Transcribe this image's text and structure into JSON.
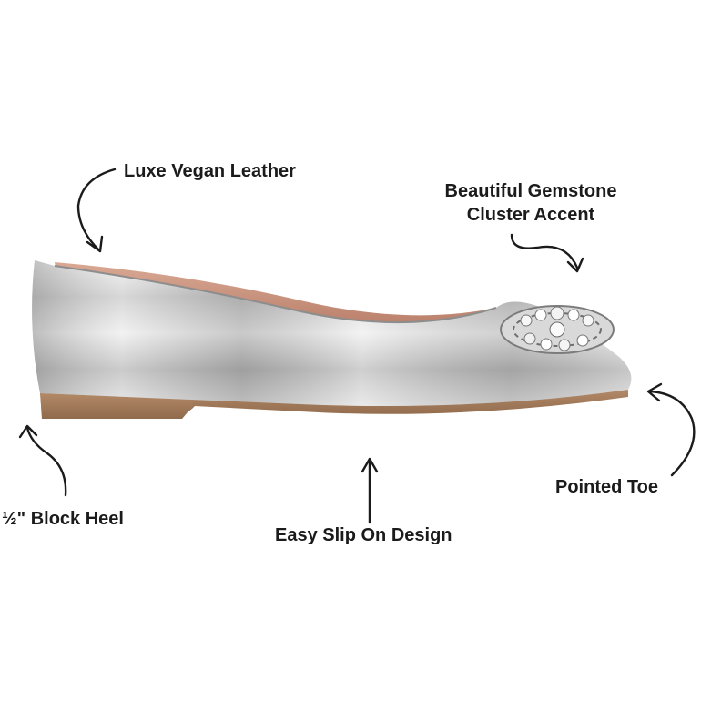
{
  "callouts": {
    "leather": "Luxe Vegan Leather",
    "gemstone_line1": "Beautiful Gemstone",
    "gemstone_line2": "Cluster Accent",
    "heel": "½\" Block Heel",
    "slip_on": "Easy Slip On Design",
    "toe": "Pointed Toe"
  },
  "colors": {
    "text": "#1b1b1b",
    "arrow": "#1b1b1b",
    "shoe_silver": "#c9c9c9",
    "lining": "#c48e7a",
    "sole": "#a9805f"
  },
  "icons": {
    "arrows": "curved-arrow-icon",
    "ornament": "gemstone-cluster"
  }
}
